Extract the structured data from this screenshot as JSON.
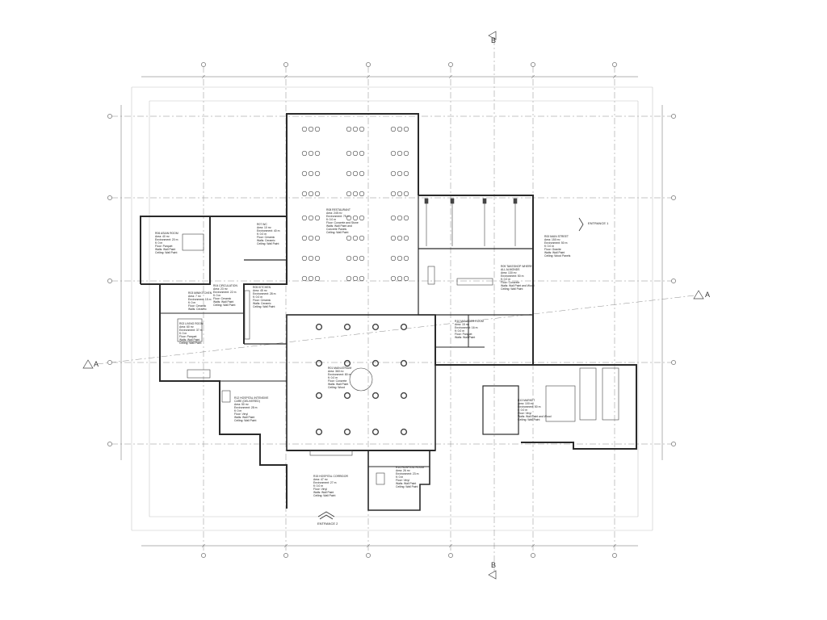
{
  "section_markers": {
    "b_top": "B",
    "b_bottom": "B",
    "a_left": "A",
    "a_right": "A"
  },
  "entrances": {
    "entrance_1": "ENTRANCE 1",
    "entrance_2": "ENTRANCE 2"
  },
  "rooms": [
    {
      "id": "asian-room",
      "lines": [
        "R06 ASIAN ROOM",
        "Area: 40 m²",
        "Environment: 20 m",
        "fl: 0 m",
        "Floor: Parquet",
        "Walls: Wall Paint",
        "Ceiling: Wall Paint"
      ]
    },
    {
      "id": "wc",
      "lines": [
        "R07 WC",
        "Area: 10 m²",
        "Environment: 40 m",
        "fl: 0.0 m",
        "Floor: Ceramic",
        "Walls: Ceramic",
        "Ceiling: Wall Paint"
      ]
    },
    {
      "id": "restaurant",
      "lines": [
        "R08 RESTAURANT",
        "Area: 245 m²",
        "Environment: 75 m",
        "fl: 0.0 m",
        "Floor: Concrete and Stone",
        "Walls: Wall Paint and",
        "Concrete Panels",
        "Ceiling: Wall Paint"
      ]
    },
    {
      "id": "circulation",
      "lines": [
        "R04 CIRCULATION",
        "Area: 23 m²",
        "Environment: 22 m",
        "fl: 0 m",
        "Floor: Ceramic",
        "Walls: Wall Paint",
        "Ceiling: Wall Paint"
      ]
    },
    {
      "id": "kitchen",
      "lines": [
        "R05 KITCHEN",
        "Area: 45 m²",
        "Environment: 28 m",
        "fl: 0.0 m",
        "Floor: Ceramic",
        "Walls: Ceramic",
        "Ceiling: Wall Paint"
      ]
    },
    {
      "id": "minikitchen",
      "lines": [
        "R03 MINIKITCHEN",
        "Area: 7 m²",
        "Environment: 15 m",
        "fl: 0 m",
        "Floor: Ceramic",
        "Walls: Ceramic"
      ]
    },
    {
      "id": "living-room",
      "lines": [
        "R02 LIVING ROOM",
        "Area: 60 m²",
        "Environment: 37 m",
        "fl: 0 m",
        "Floor: Parquet",
        "Walls: Wall Paint",
        "Ceiling: Wall Paint"
      ]
    },
    {
      "id": "main-street",
      "lines": [
        "R00 MAIN STREET",
        "Area: 150 m²",
        "Environment: 50 m",
        "fl: 0.0 m",
        "Floor: Granite",
        "Walls: Wall Paint",
        "Ceiling: Wood Panels"
      ]
    },
    {
      "id": "takeshop",
      "lines": [
        "R09 TAKESHOP WHERE",
        "ALL ALMONDS",
        "Area: 130 m²",
        "Environment: 50 m",
        "fl: 0.0 m",
        "Floor: Concrete",
        "Walls: Wall Paint and Wood",
        "Ceiling: Wall Paint"
      ]
    },
    {
      "id": "manager",
      "lines": [
        "R10 MANAGER ROOM",
        "Area: 15 m²",
        "Environment: 16 m",
        "fl: 0.0 m",
        "Floor: Parquet",
        "Walls: Wall Paint"
      ]
    },
    {
      "id": "main-atrium",
      "lines": [
        "R01 MAIN ATRIUM",
        "Area: 360 m²",
        "Environment: 80 m",
        "fl: 0.0 m",
        "Floor: Concrete",
        "Walls: Wall Paint",
        "Ceiling: Wood"
      ]
    },
    {
      "id": "hospital-intensive",
      "lines": [
        "R12 HOSPITAL INTENSIVE",
        "CARE (DELIVERED)",
        "Area: 50 m²",
        "Environment: 28 m",
        "fl: 0 m",
        "Floor: Vinyl",
        "Walls: Wall Paint",
        "Ceiling: Wall Paint"
      ]
    },
    {
      "id": "market",
      "lines": [
        "R13 MARKET",
        "Area: 100 m²",
        "Environment: 50 m",
        "fl: 0.0 m",
        "Floor: Vinyl",
        "Walls: Wall Paint and Wood",
        "Ceiling: Wall Paint"
      ]
    },
    {
      "id": "hospital-room",
      "lines": [
        "R14 HOSPITAL ROOM",
        "Area: 26 m²",
        "Environment: 23 m",
        "fl: 0 m",
        "Floor: Vinyl",
        "Walls: Wall Paint",
        "Ceiling: Wall Paint"
      ]
    },
    {
      "id": "hospital-corridor",
      "lines": [
        "R15 HOSPITAL CORRIDOR",
        "Area: 47 m²",
        "Environment: 27 m",
        "fl: 0.0 m",
        "Floor: Vinyl",
        "Walls: Wall Paint",
        "Ceiling: Wall Paint"
      ]
    }
  ],
  "colors": {
    "wall": "#2a2a2a",
    "grid": "#8a8a8a",
    "guide": "#c2c2c2",
    "furniture": "#444444",
    "background": "#ffffff"
  }
}
